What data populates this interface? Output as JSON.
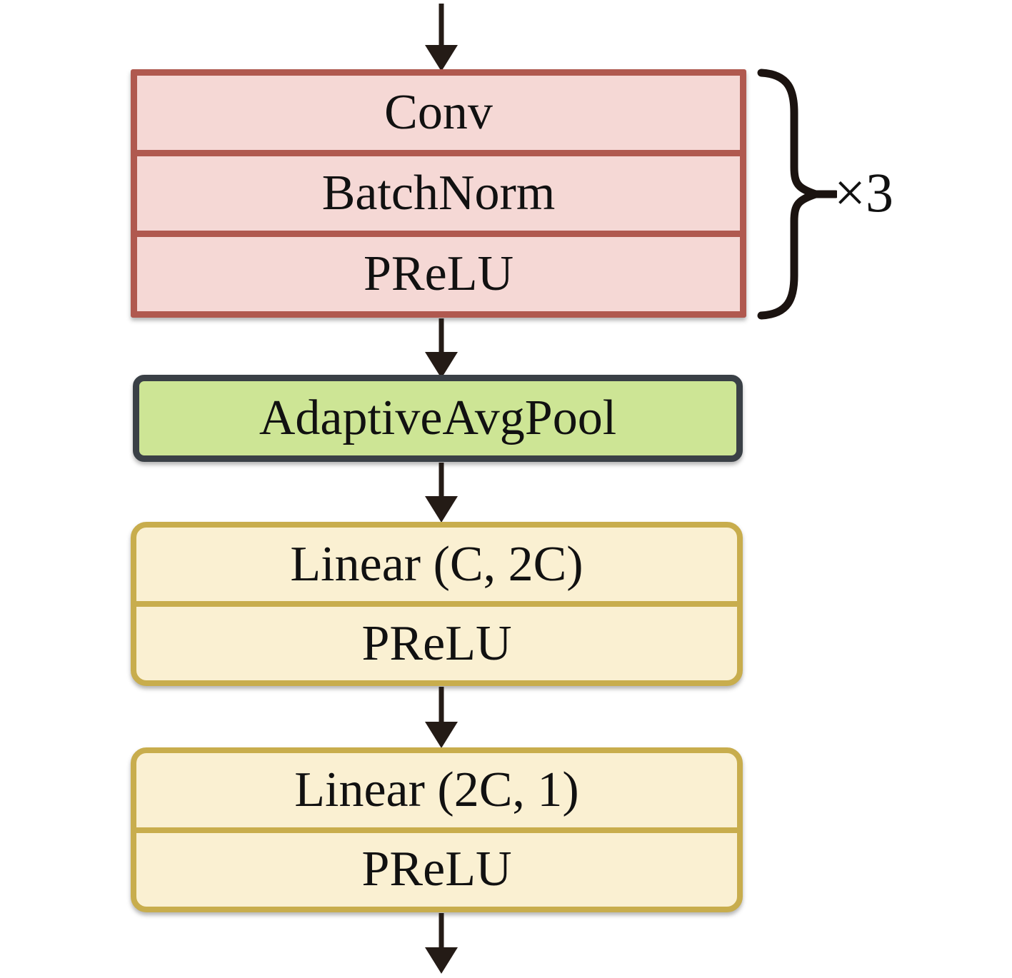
{
  "diagram": {
    "conv_block": {
      "layers": [
        "Conv",
        "BatchNorm",
        "PReLU"
      ],
      "repeat_label": "×3"
    },
    "pool_block": {
      "label": "AdaptiveAvgPool"
    },
    "linear_block_1": {
      "layers": [
        "Linear (C, 2C)",
        "PReLU"
      ]
    },
    "linear_block_2": {
      "layers": [
        "Linear (2C, 1)",
        "PReLU"
      ]
    },
    "colors": {
      "conv_border": "#b0594f",
      "conv_fill": "#f5d8d5",
      "pool_border": "#3a4046",
      "pool_fill": "#cde595",
      "linear_border": "#c8ad4d",
      "linear_fill": "#faf0d2",
      "arrow": "#241b16",
      "text": "#111111",
      "background": "#ffffff"
    }
  }
}
